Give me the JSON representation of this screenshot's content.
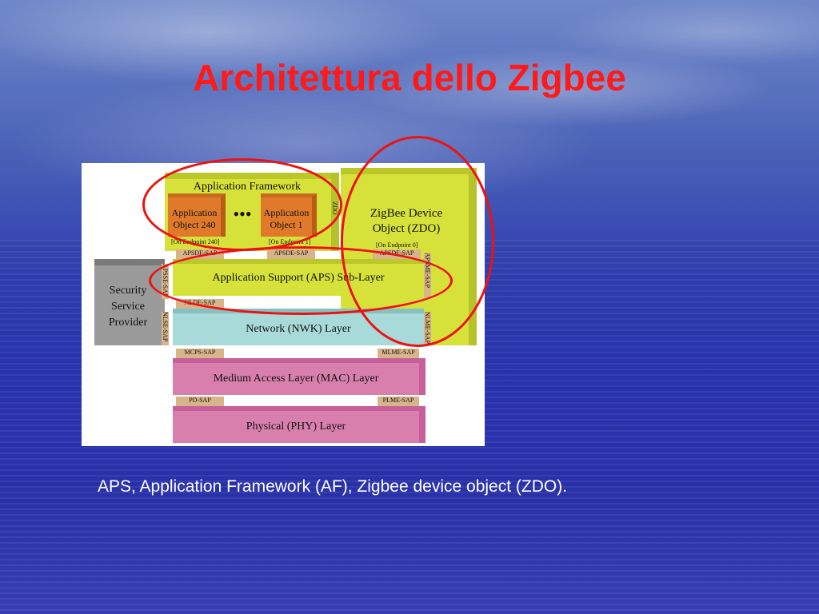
{
  "slide": {
    "title": "Architettura dello Zigbee",
    "caption": "APS, Application Framework (AF), Zigbee device object (ZDO)."
  },
  "diagram": {
    "app_framework": "Application Framework",
    "app_obj_240": "Application Object 240",
    "app_obj_1": "Application Object 1",
    "ellipsis": "•••",
    "endpoint_240": "[On Endpoint 240]",
    "endpoint_1": "[On Endpoint 1]",
    "endpoint_0": "[On Endpoint 0]",
    "zdo": "ZigBee Device Object (ZDO)",
    "zdo_side": "ZDO",
    "apsde_sap_1": "APSDE-SAP",
    "apsde_sap_2": "APSDE-SAP",
    "apsde_sap_3": "APSDE-SAP",
    "aps": "Application Support (APS) Sub-Layer",
    "apsme_sap": "APSME-SAP",
    "apsse_sap": "APSSE-SAP",
    "security": "Security Service Provider",
    "nlde_sap": "NLDE-SAP",
    "nwk": "Network (NWK) Layer",
    "nlse_sap": "NLSE-SAP",
    "nlme_sap": "NLME-SAP",
    "mcps_sap": "MCPS-SAP",
    "mlme_sap": "MLME-SAP",
    "mac": "Medium Access Layer (MAC) Layer",
    "pd_sap": "PD-SAP",
    "plme_sap": "PLME-SAP",
    "phy": "Physical (PHY) Layer"
  },
  "colors": {
    "title": "#ff1a1a",
    "highlight": "#ee1111",
    "app_green": "#d6e23a",
    "app_object": "#e07a2a",
    "nwk": "#a9dada",
    "mac_phy": "#d97fae",
    "security": "#9a9a9a"
  }
}
